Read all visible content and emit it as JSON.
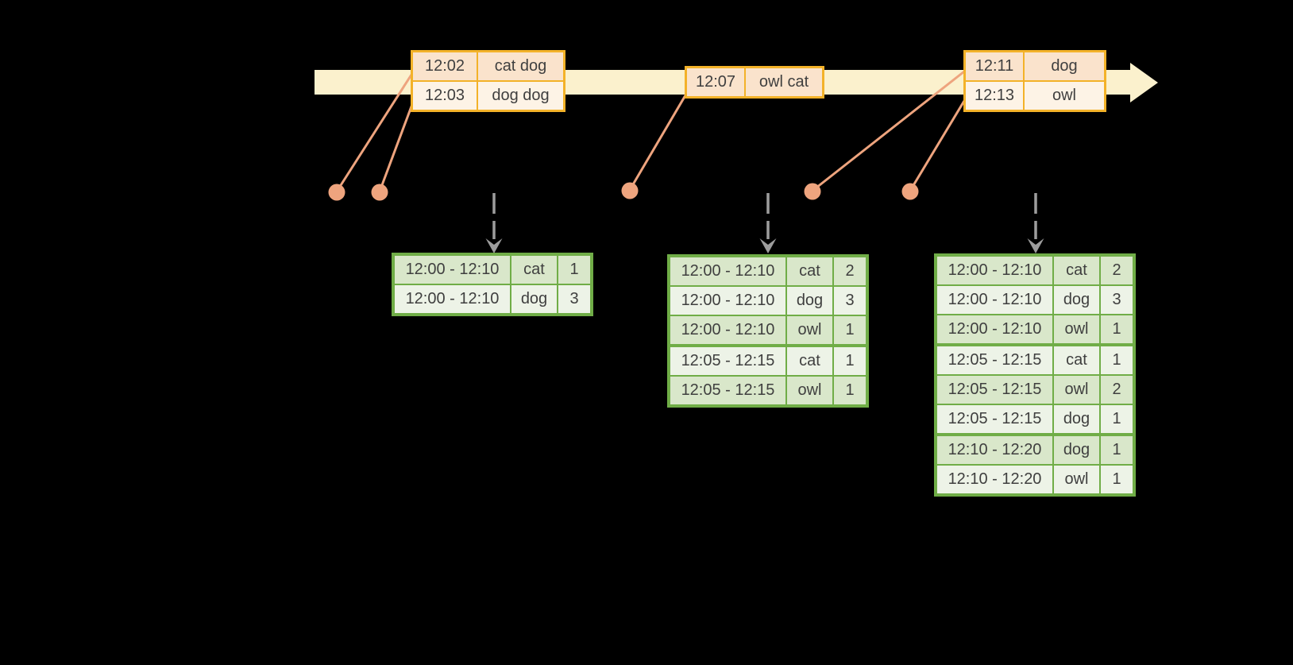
{
  "colors": {
    "background": "#000000",
    "timeline_fill": "#FBF1CD",
    "event_border": "#F3B229",
    "event_row_dark": "#FAE3CC",
    "event_row_light": "#FDF3E6",
    "connector_salmon": "#EEA47E",
    "trigger_gray": "#9D9D9D",
    "result_border": "#70AD47",
    "result_row_dark": "#D9E7CA",
    "result_row_light": "#EDF3E7",
    "text": "#3F3F3F"
  },
  "icons": {
    "timeline_arrowhead": "right-arrow",
    "trigger_arrow": "down-dashed-arrow",
    "event_marker": "dot"
  },
  "event_tables": [
    {
      "rows": [
        {
          "time": "12:02",
          "words": "cat dog"
        },
        {
          "time": "12:03",
          "words": "dog dog"
        }
      ]
    },
    {
      "rows": [
        {
          "time": "12:07",
          "words": "owl cat"
        }
      ]
    },
    {
      "rows": [
        {
          "time": "12:11",
          "words": "dog"
        },
        {
          "time": "12:13",
          "words": "owl"
        }
      ]
    }
  ],
  "result_tables": [
    {
      "rows": [
        {
          "window": "12:00 - 12:10",
          "word": "cat",
          "count": "1"
        },
        {
          "window": "12:00 - 12:10",
          "word": "dog",
          "count": "3"
        }
      ]
    },
    {
      "rows": [
        {
          "window": "12:00 - 12:10",
          "word": "cat",
          "count": "2"
        },
        {
          "window": "12:00 - 12:10",
          "word": "dog",
          "count": "3"
        },
        {
          "window": "12:00 - 12:10",
          "word": "owl",
          "count": "1"
        },
        {
          "window": "12:05 - 12:15",
          "word": "cat",
          "count": "1"
        },
        {
          "window": "12:05 - 12:15",
          "word": "owl",
          "count": "1"
        }
      ]
    },
    {
      "rows": [
        {
          "window": "12:00 - 12:10",
          "word": "cat",
          "count": "2"
        },
        {
          "window": "12:00 - 12:10",
          "word": "dog",
          "count": "3"
        },
        {
          "window": "12:00 - 12:10",
          "word": "owl",
          "count": "1"
        },
        {
          "window": "12:05 - 12:15",
          "word": "cat",
          "count": "1"
        },
        {
          "window": "12:05 - 12:15",
          "word": "owl",
          "count": "2"
        },
        {
          "window": "12:05 - 12:15",
          "word": "dog",
          "count": "1"
        },
        {
          "window": "12:10 - 12:20",
          "word": "dog",
          "count": "1"
        },
        {
          "window": "12:10 - 12:20",
          "word": "owl",
          "count": "1"
        }
      ]
    }
  ]
}
